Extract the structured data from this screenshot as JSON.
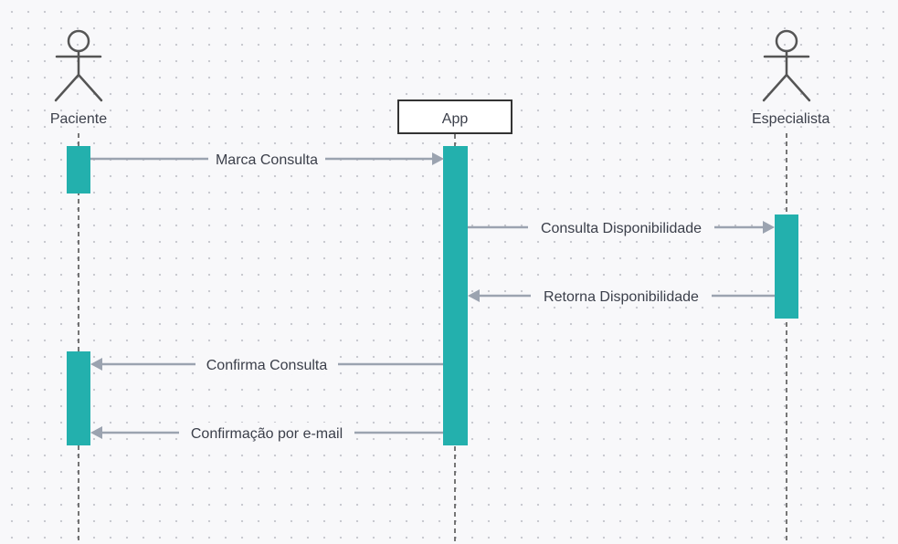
{
  "diagram": {
    "type": "sequence",
    "participants": [
      {
        "id": "paciente",
        "label": "Paciente",
        "kind": "actor"
      },
      {
        "id": "app",
        "label": "App",
        "kind": "box"
      },
      {
        "id": "especialista",
        "label": "Especialista",
        "kind": "actor"
      }
    ],
    "messages": [
      {
        "from": "paciente",
        "to": "app",
        "label": "Marca Consulta"
      },
      {
        "from": "app",
        "to": "especialista",
        "label": "Consulta Disponibilidade"
      },
      {
        "from": "especialista",
        "to": "app",
        "label": "Retorna Disponibilidade"
      },
      {
        "from": "app",
        "to": "paciente",
        "label": "Confirma Consulta"
      },
      {
        "from": "app",
        "to": "paciente",
        "label": "Confirmação por e-mail"
      }
    ],
    "colors": {
      "activation": "#23b0ad",
      "message": "#9ba3b0",
      "lifeline": "#4a4a4a",
      "text": "#3b3f4a",
      "background": "#f8f8fa"
    }
  }
}
